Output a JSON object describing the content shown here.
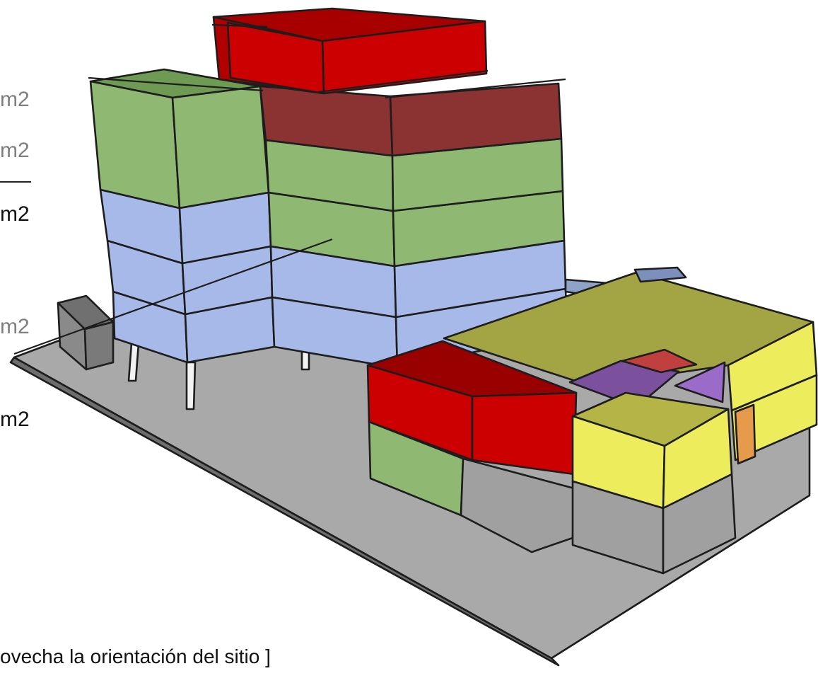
{
  "left_fragments": [
    {
      "text": "m2",
      "tone": "gray"
    },
    {
      "text": "m2",
      "tone": "gray"
    },
    {
      "text": "m2",
      "tone": "black"
    },
    {
      "text": "m2",
      "tone": "gray"
    },
    {
      "text": "m2",
      "tone": "black"
    }
  ],
  "caption": "ovecha la orientación del sitio ]",
  "colors": {
    "ground": "#a9a9a9",
    "green": "#8fb872",
    "blue": "#a7b9e8",
    "red": "#cc0000",
    "maroon": "#8b3232",
    "olive": "#a3a444",
    "yellow": "#ecec5c",
    "purple": "#7b519e",
    "violet": "#9a6bc8",
    "orange": "#e59a4c",
    "gray_block": "#8a8a8a"
  }
}
